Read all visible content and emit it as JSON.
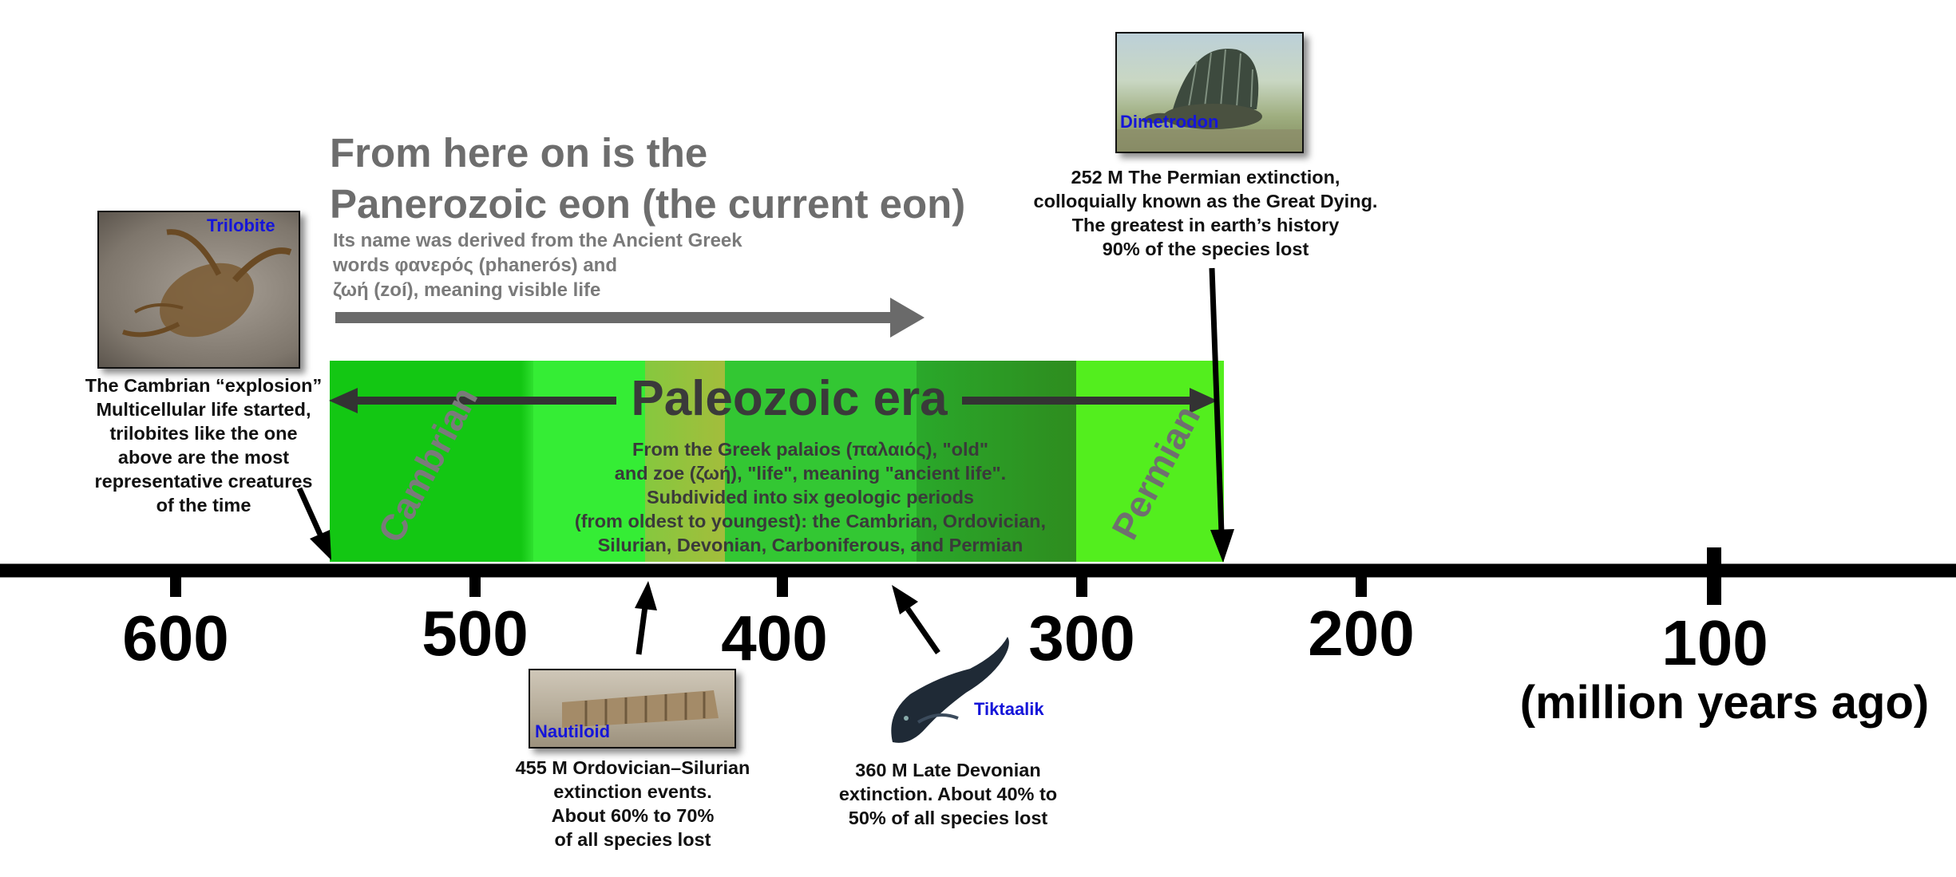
{
  "headline": {
    "line1": "From here on is the",
    "line2": "Panerozoic eon (the current eon)",
    "etymology": [
      "Its name was derived from the Ancient Greek",
      "words φανερός (phanerós) and",
      "ζωή (zoí), meaning visible life"
    ]
  },
  "era": {
    "title": "Paleozoic era",
    "description": [
      "From the Greek palaios (παλαιός), \"old\"",
      "and zoe (ζωή), \"life\", meaning \"ancient life\".",
      "Subdivided into six geologic periods",
      "(from oldest to youngest): the Cambrian, Ordovician,",
      "Silurian, Devonian, Carboniferous, and Permian"
    ],
    "periods": [
      "Cambrian",
      "Permian"
    ],
    "colors": [
      "#13c713",
      "#2ed62e",
      "#3cf23c",
      "#9ec23c",
      "#35c835",
      "#2aa42a",
      "#3a8c1e",
      "#52ef1f",
      "#5bf50f"
    ]
  },
  "timeline": {
    "ticks": [
      "600",
      "500",
      "400",
      "300",
      "200",
      "100"
    ],
    "unit_label": "(million years ago)"
  },
  "events": {
    "cambrian": [
      "The Cambrian “explosion”",
      "Multicellular life started,",
      "trilobites like the one",
      "above are the most",
      "representative creatures",
      "of the time"
    ],
    "ordovician": [
      "455 M Ordovician–Silurian",
      "extinction events.",
      "About 60% to 70%",
      "of all species lost"
    ],
    "devonian": [
      "360 M Late Devonian",
      "extinction. About 40% to",
      "50% of all species lost"
    ],
    "permian": [
      "252 M The Permian extinction,",
      "colloquially known as the Great Dying.",
      "The greatest in earth’s history",
      "90% of the species lost"
    ]
  },
  "photos": {
    "trilobite": "Trilobite",
    "nautiloid": "Nautiloid",
    "tiktaalik": "Tiktaalik",
    "dimetrodon": "Dimetrodon"
  },
  "colors": {
    "heading_gray": "#6d6d6d",
    "arrow_gray": "#6a6a6a",
    "era_text": "#3a3a3a",
    "label_blue": "#1515d9"
  }
}
